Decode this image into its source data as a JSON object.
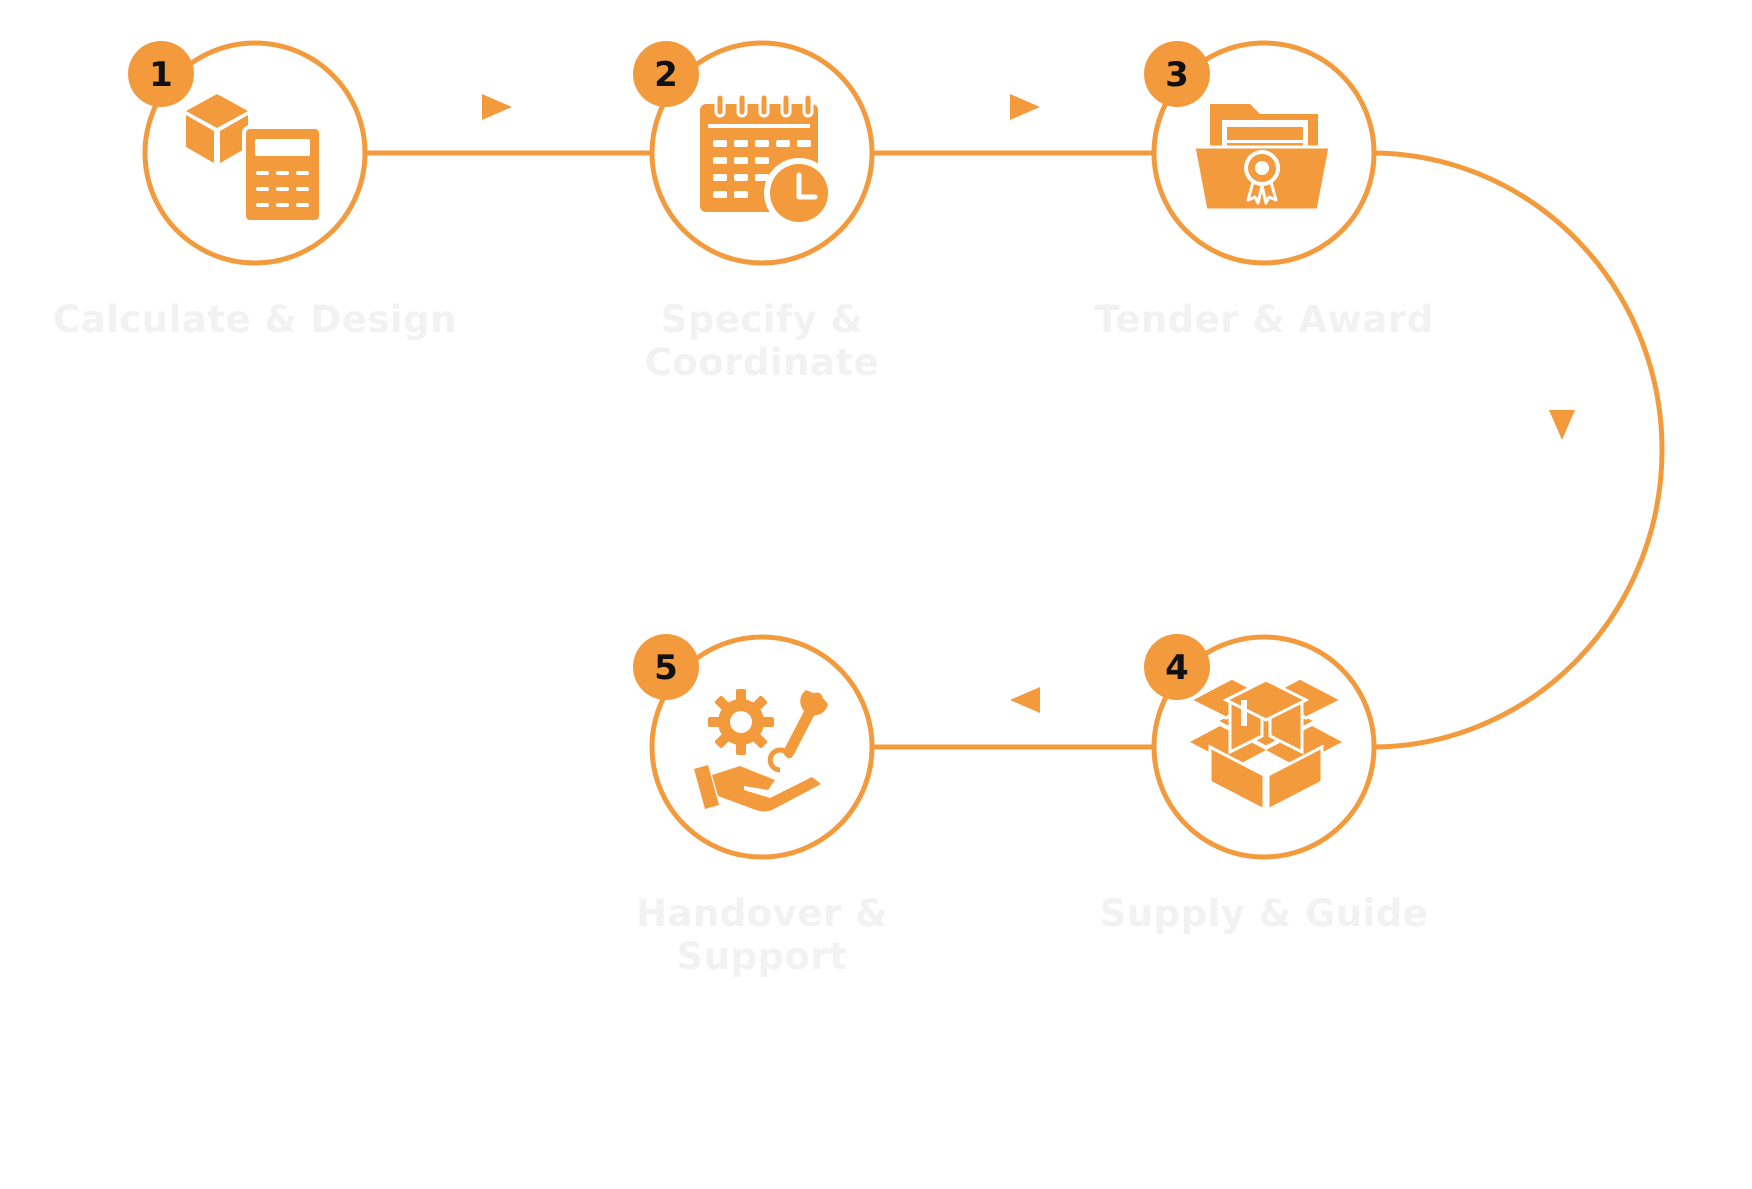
{
  "colors": {
    "accent": "#F39A3C",
    "label_text": "#F2F2F2",
    "badge_number": "#111111",
    "icon_detail": "#FFFFFF"
  },
  "steps": [
    {
      "number": "1",
      "label": "Calculate & Design",
      "icon": "box-calculator-icon"
    },
    {
      "number": "2",
      "label": "Specify & Coordinate",
      "icon": "calendar-clock-icon"
    },
    {
      "number": "3",
      "label": "Tender & Award",
      "icon": "folder-certificate-icon"
    },
    {
      "number": "4",
      "label": "Supply & Guide",
      "icon": "open-box-icon"
    },
    {
      "number": "5",
      "label": "Handover & Support",
      "icon": "hand-gear-wrench-icon"
    }
  ]
}
